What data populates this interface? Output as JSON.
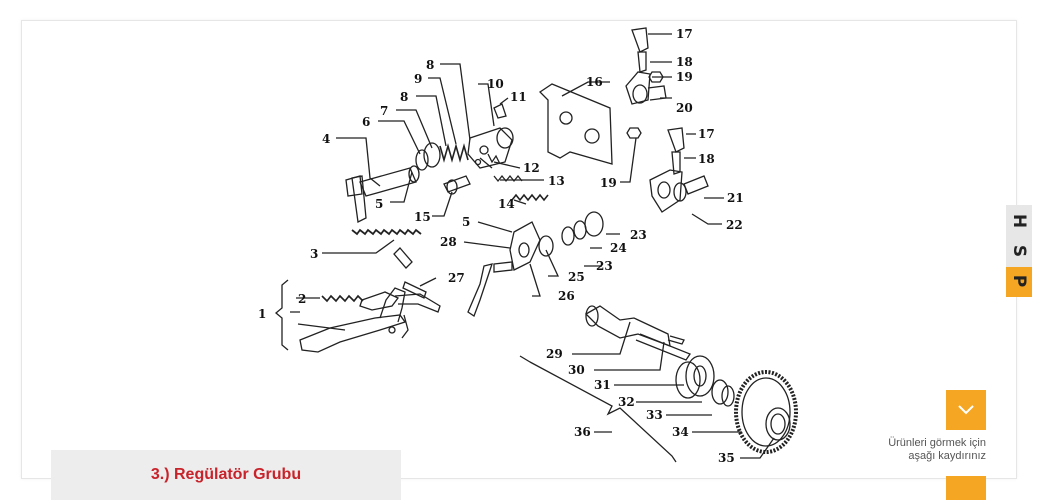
{
  "diagram": {
    "part_numbers": [
      "1",
      "2",
      "3",
      "4",
      "5",
      "5",
      "6",
      "7",
      "8",
      "8",
      "9",
      "10",
      "11",
      "12",
      "13",
      "14",
      "15",
      "16",
      "17",
      "17",
      "18",
      "18",
      "19",
      "19",
      "20",
      "21",
      "22",
      "23",
      "23",
      "24",
      "25",
      "26",
      "27",
      "28",
      "29",
      "30",
      "31",
      "32",
      "33",
      "34",
      "35",
      "36"
    ]
  },
  "caption": {
    "title": "3.) Regülatör Grubu"
  },
  "scroll_hint": {
    "line1": "Ürünleri görmek için",
    "line2": "aşağı kaydırınız"
  },
  "side_logo": {
    "letters": [
      "H",
      "S",
      "P"
    ]
  },
  "colors": {
    "accent": "#f5a623",
    "caption_text": "#c8222a",
    "caption_bg": "#ededed"
  },
  "icons": {
    "scroll_button": "chevron-down-icon"
  }
}
